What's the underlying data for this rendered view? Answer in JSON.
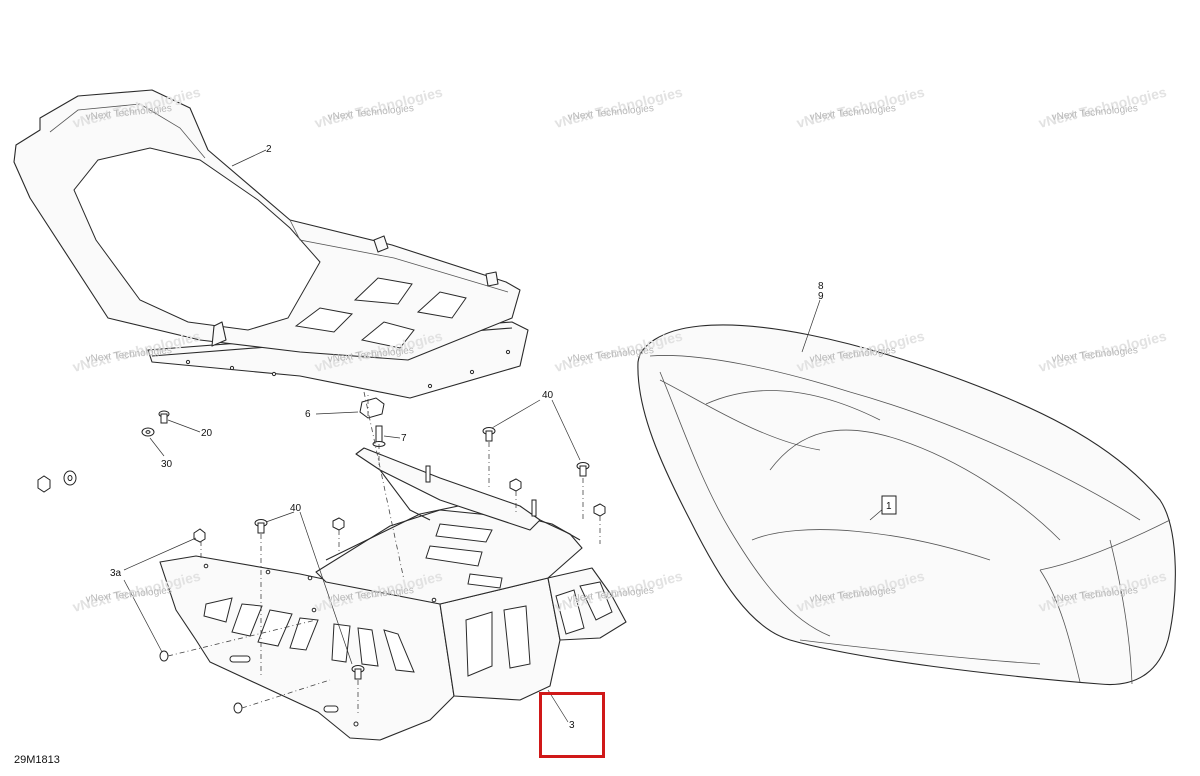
{
  "drawing": {
    "code": "29M1813",
    "watermark": "vNext Technologies"
  },
  "callouts": {
    "c1": "1",
    "c2": "2",
    "c3": "3",
    "c3a": "3a",
    "c6": "6",
    "c7": "7",
    "c8": "8",
    "c9": "9",
    "c20": "20",
    "c30": "30",
    "c40a": "40",
    "c40b": "40"
  },
  "highlight": {
    "callout": "3",
    "color": "#d01818"
  }
}
